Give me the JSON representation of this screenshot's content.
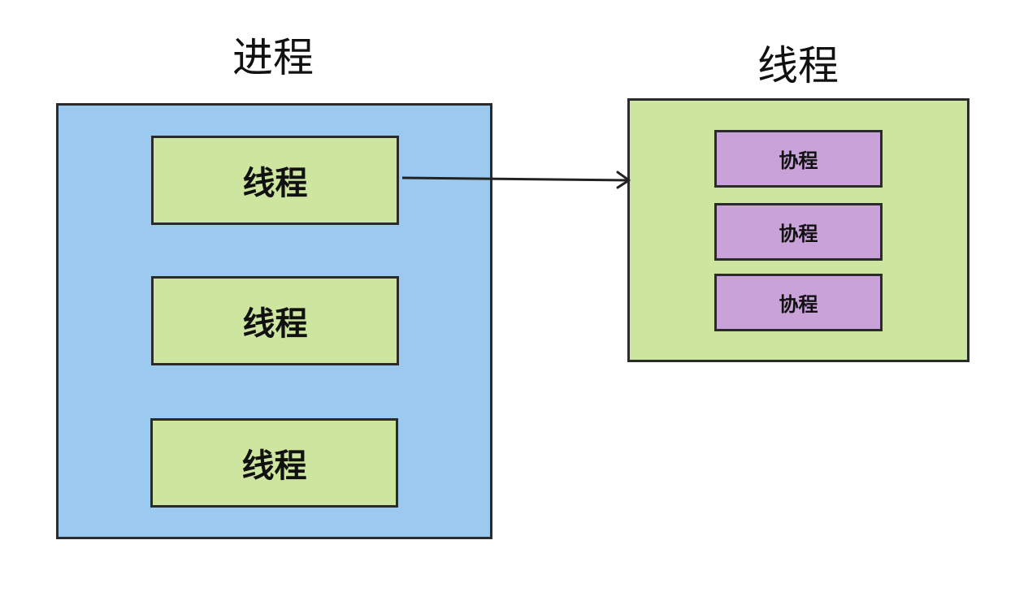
{
  "titles": {
    "process": "进程",
    "thread": "线程"
  },
  "process": {
    "threads": [
      {
        "label": "线程"
      },
      {
        "label": "线程"
      },
      {
        "label": "线程"
      }
    ]
  },
  "thread_detail": {
    "coroutines": [
      {
        "label": "协程"
      },
      {
        "label": "协程"
      },
      {
        "label": "协程"
      }
    ]
  },
  "colors": {
    "process_fill": "#9bc9ef",
    "thread_fill": "#cde59e",
    "coroutine_fill": "#c8a2d8",
    "stroke": "#2b2b2b"
  }
}
